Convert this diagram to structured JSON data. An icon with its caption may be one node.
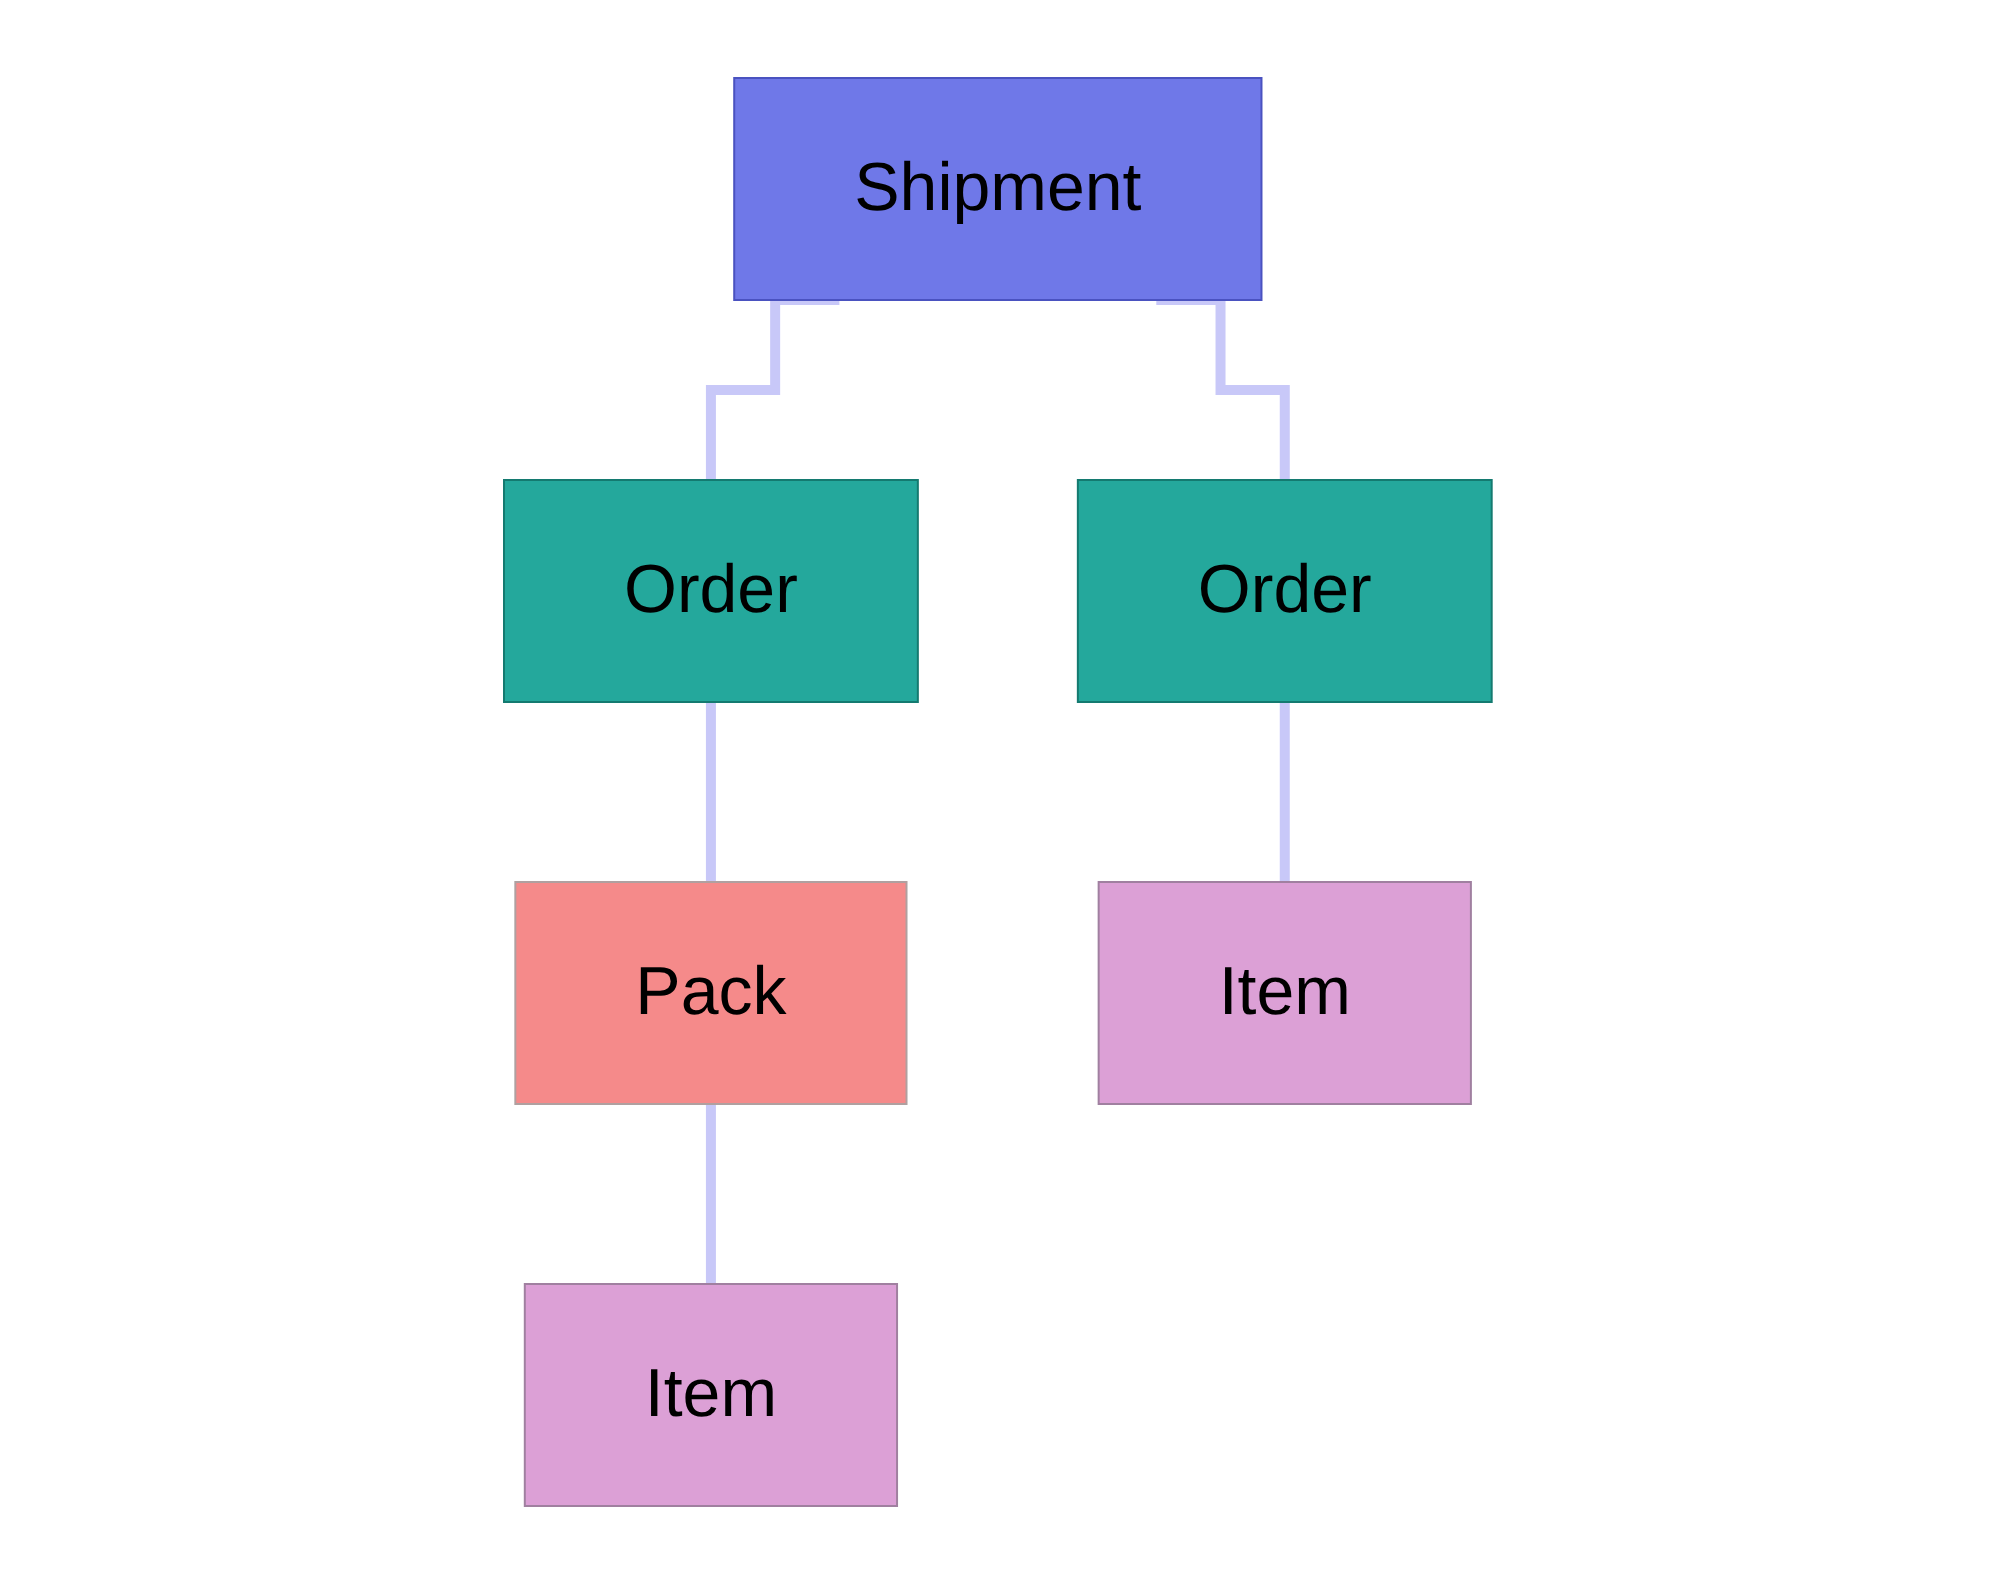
{
  "diagram": {
    "nodes": [
      {
        "text": [
          "Shipment"
        ]
      },
      {
        "text": [
          "Order"
        ]
      },
      {
        "text": [
          "Order"
        ]
      },
      {
        "text": [
          "Pack"
        ]
      },
      {
        "text": [
          "Item"
        ]
      },
      {
        "text": [
          "Item"
        ]
      }
    ],
    "edges": [
      {
        "from": 0,
        "to": 1,
        "arrow": "none"
      },
      {
        "from": 0,
        "to": 2,
        "arrow": "none"
      },
      {
        "from": 1,
        "to": 3,
        "arrow": "none"
      },
      {
        "from": 3,
        "to": 4,
        "arrow": "none"
      },
      {
        "from": 2,
        "to": 5,
        "arrow": "none"
      }
    ]
  }
}
